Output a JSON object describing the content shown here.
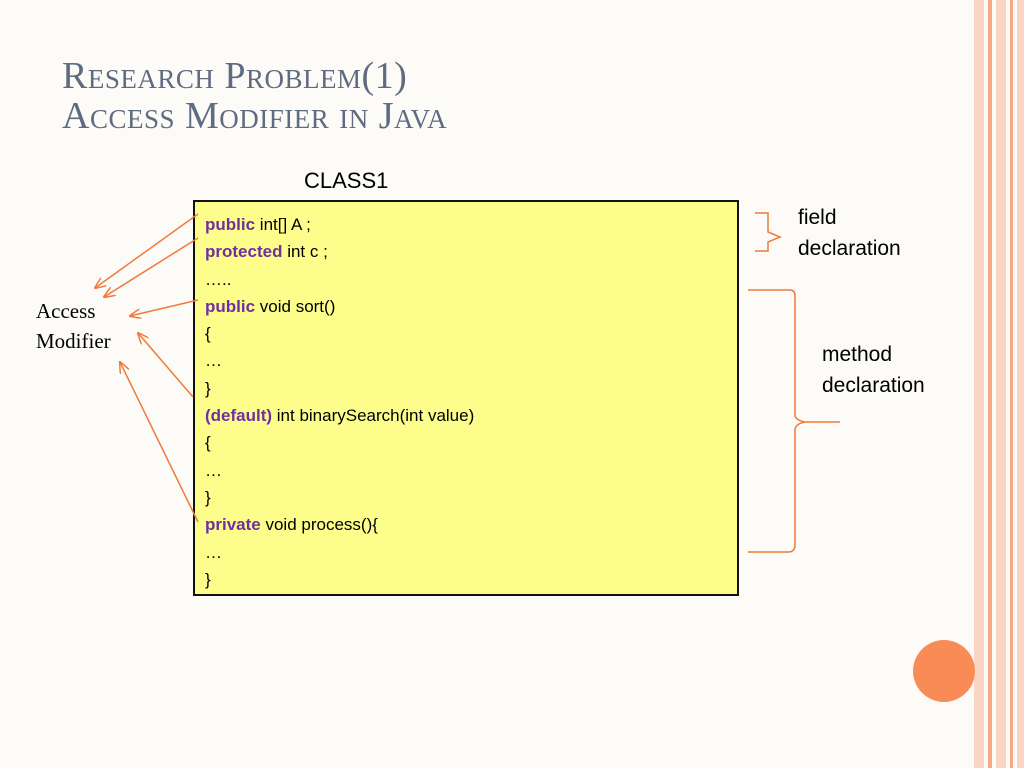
{
  "title": {
    "line1": "Research Problem(1)",
    "line2": "Access Modifier in Java"
  },
  "class_name": "CLASS1",
  "code_lines": [
    {
      "kw": "public",
      "rest": " int[] A ;"
    },
    {
      "kw": "protected",
      "rest": " int c ;"
    },
    {
      "kw": "",
      "rest": "….."
    },
    {
      "kw": "public",
      "rest": " void sort()"
    },
    {
      "kw": "",
      "rest": "{"
    },
    {
      "kw": "",
      "rest": "…"
    },
    {
      "kw": "",
      "rest": "}"
    },
    {
      "kw": "(default)",
      "rest": " int binarySearch(int value)"
    },
    {
      "kw": "",
      "rest": "{"
    },
    {
      "kw": "",
      "rest": "…"
    },
    {
      "kw": "",
      "rest": "}"
    },
    {
      "kw": "private",
      "rest": " void process(){"
    },
    {
      "kw": "",
      "rest": "…"
    },
    {
      "kw": "",
      "rest": "}"
    }
  ],
  "labels": {
    "field_line1": "field",
    "field_line2": "declaration",
    "method_line1": "method",
    "method_line2": "declaration",
    "access_line1": "Access",
    "access_line2": "Modifier"
  },
  "colors": {
    "keyword": "#7030a0",
    "box_fill": "#fdfd8c",
    "arrow": "#f07a3a",
    "title": "#5f6b80",
    "accent_circle": "#f98c56"
  }
}
